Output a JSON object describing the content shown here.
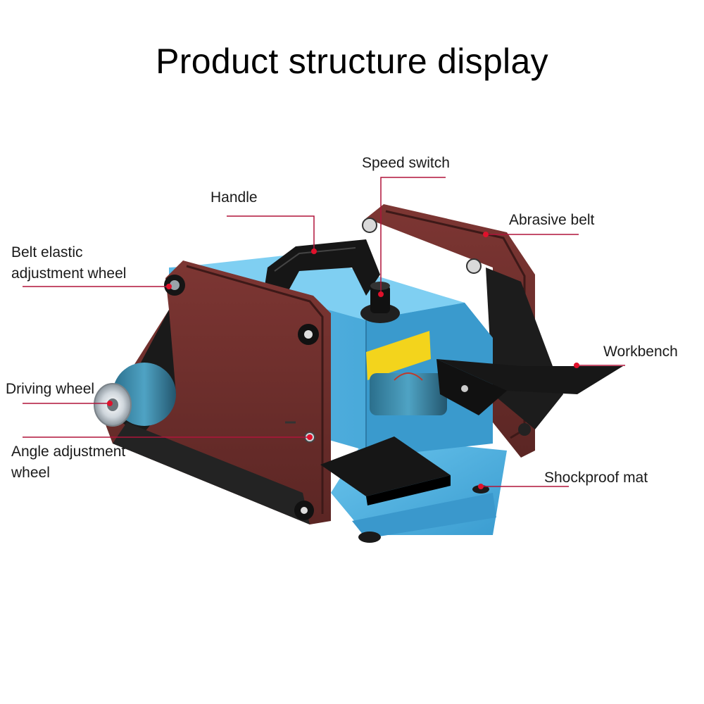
{
  "title": "Product structure display",
  "colors": {
    "accent_dot": "#e0112b",
    "leader_line": "#b0143a",
    "body_blue": "#4aaee0",
    "belt_brown": "#6e2f2c",
    "black_metal": "#181818",
    "motor_yellow": "#f2d51c"
  },
  "labels": {
    "speed_switch": "Speed switch",
    "handle": "Handle",
    "abrasive_belt": "Abrasive belt",
    "belt_elastic_line1": "Belt elastic",
    "belt_elastic_line2": "adjustment wheel",
    "workbench": "Workbench",
    "driving_wheel": "Driving wheel",
    "angle_adjustment_line1": "Angle adjustment",
    "angle_adjustment_line2": "wheel",
    "shockproof_mat": "Shockproof mat"
  }
}
